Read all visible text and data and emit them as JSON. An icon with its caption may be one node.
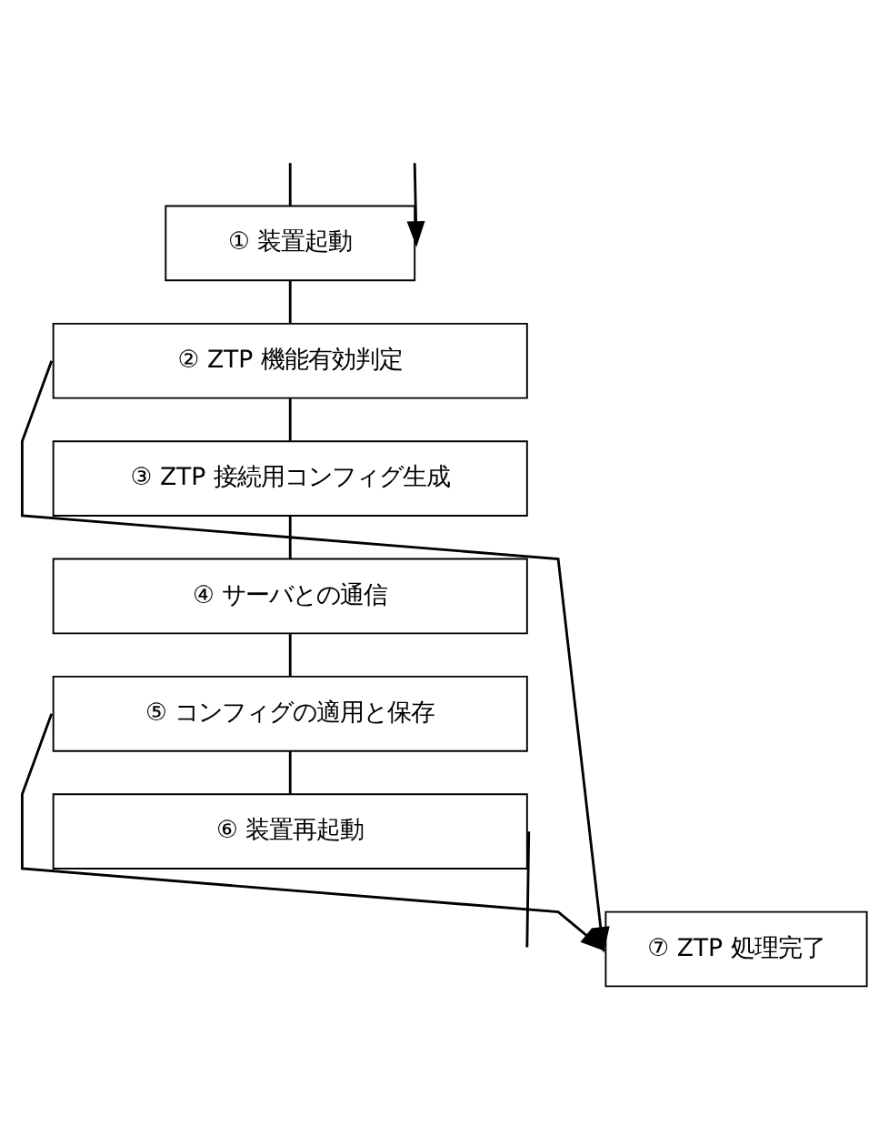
{
  "diagram": {
    "nodes": [
      {
        "text": [
          "① 装置起動"
        ]
      },
      {
        "text": [
          "② ZTP 機能有効判定"
        ]
      },
      {
        "text": [
          "③ ZTP 接続用コンフィグ生成"
        ]
      },
      {
        "text": [
          "④ サーバとの通信"
        ]
      },
      {
        "text": [
          "⑤ コンフィグの適用と保存"
        ]
      },
      {
        "text": [
          "⑥ 装置再起動"
        ]
      },
      {
        "text": [
          "⑦ ZTP 処理完了"
        ]
      }
    ],
    "edges": [
      {
        "from": null,
        "to": 0,
        "arrow": "to"
      },
      {
        "from": null,
        "to": 0,
        "arrow": "none"
      },
      {
        "from": 0,
        "to": 1,
        "arrow": "none"
      },
      {
        "from": 1,
        "to": 2,
        "arrow": "none"
      },
      {
        "from": 2,
        "to": 3,
        "arrow": "none"
      },
      {
        "from": 3,
        "to": 4,
        "arrow": "none"
      },
      {
        "from": 4,
        "to": 5,
        "arrow": "none"
      },
      {
        "from": 5,
        "to": null,
        "arrow": "none"
      },
      {
        "from": 1,
        "to": 6,
        "arrow": "to"
      },
      {
        "from": 4,
        "to": 6,
        "arrow": "to"
      }
    ]
  }
}
